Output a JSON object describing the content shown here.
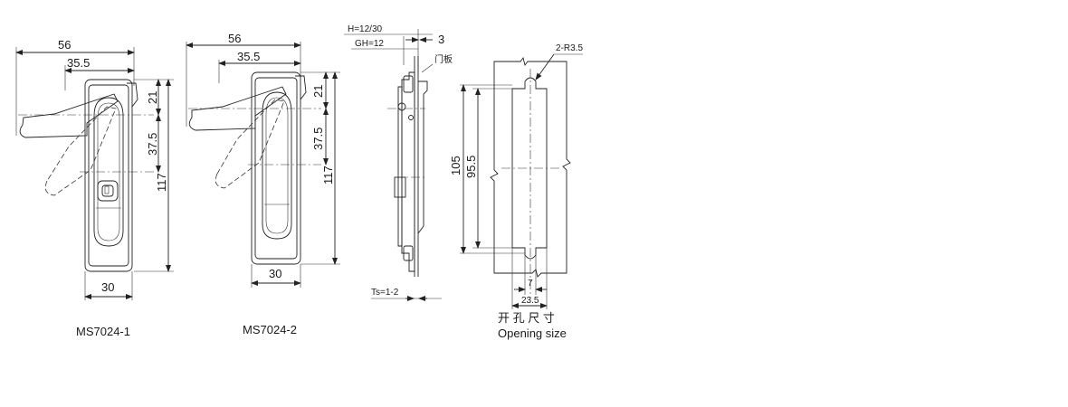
{
  "views": {
    "ms7024_1": {
      "caption": "MS7024-1",
      "dims": {
        "width_top": "56",
        "offset": "35.5",
        "top_part": "21",
        "mid_part": "37.5",
        "height": "117",
        "width_bottom": "30"
      }
    },
    "ms7024_2": {
      "caption": "MS7024-2",
      "dims": {
        "width_top": "56",
        "offset": "35.5",
        "top_part": "21",
        "mid_part": "37.5",
        "height": "117",
        "width_bottom": "30"
      }
    },
    "side": {
      "h_label": "H=12/30",
      "gh_label": "GH=12",
      "three": "3",
      "door_label": "门板",
      "ts_label": "Ts=1-2"
    },
    "opening": {
      "radius_label": "2-R3.5",
      "d105": "105",
      "d955": "95.5",
      "d7": "7",
      "d235": "23.5",
      "caption_cn": "开 孔 尺 寸",
      "caption_en": "Opening size"
    }
  }
}
